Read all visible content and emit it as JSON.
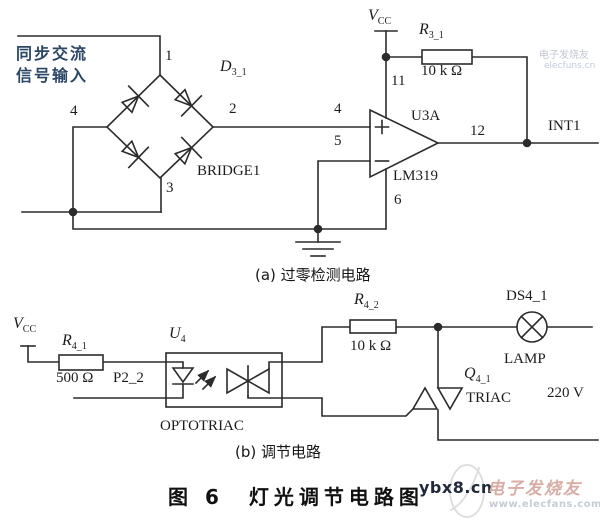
{
  "figure": {
    "caption": "图 6　灯光调节电路图",
    "watermark": "ybx8.cn",
    "brand": "电子发烧友",
    "brand_url": "www.elecfans.com",
    "corner_brand": "电子发烧友",
    "corner_url": "elecfuns.cn"
  },
  "circuit_a": {
    "caption": "(a) 过零检测电路",
    "input_label_line1": "同步交流",
    "input_label_line2": "信号输入",
    "bridge": {
      "name": "BRIDGE1",
      "diode_base": "D",
      "diode_sub": "3_1",
      "pin1": "1",
      "pin2": "2",
      "pin3": "3",
      "pin4": "4"
    },
    "comparator": {
      "name": "U3A",
      "part": "LM319",
      "pin_in_plus": "4",
      "pin_in_minus": "5",
      "pin_vcc": "11",
      "pin_out": "12",
      "pin_gnd": "6"
    },
    "vcc_base": "V",
    "vcc_sub": "CC",
    "r31_base": "R",
    "r31_sub": "3_1",
    "r31_value": "10 k Ω",
    "output": "INT1"
  },
  "circuit_b": {
    "caption": "(b) 调节电路",
    "vcc_base": "V",
    "vcc_sub": "CC",
    "r41_base": "R",
    "r41_sub": "4_1",
    "r41_value": "500 Ω",
    "input": "P2_2",
    "opto_base": "U",
    "opto_sub": "4",
    "opto_name": "OPTOTRIAC",
    "r42_base": "R",
    "r42_sub": "4_2",
    "r42_value": "10 k Ω",
    "lamp_ref": "DS4_1",
    "lamp_name": "LAMP",
    "triac_base": "Q",
    "triac_sub": "4_1",
    "triac_name": "TRIAC",
    "voltage": "220 V"
  }
}
